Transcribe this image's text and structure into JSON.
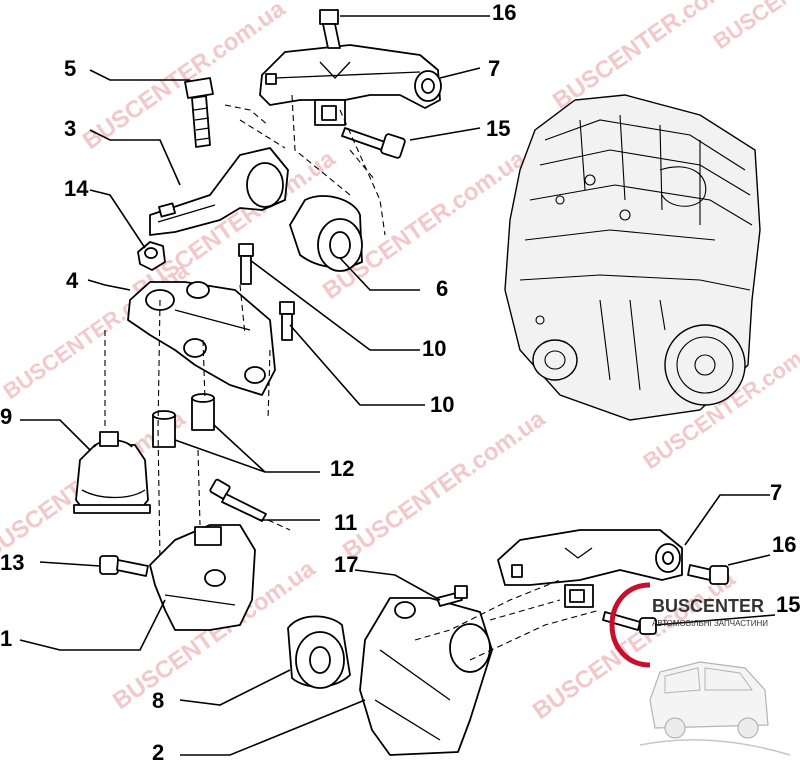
{
  "watermark": {
    "text": "BUSCENTER.com.ua",
    "color": "#f2c8c8"
  },
  "logo": {
    "brand": "BUSCENTER",
    "tagline": "АВТОМОБІЛЬНІ ЗАПЧАСТИНИ",
    "accent": "#c8102e"
  },
  "callouts": {
    "c16a": "16",
    "c5": "5",
    "c7a": "7",
    "c15a": "15",
    "c3": "3",
    "c14": "14",
    "c4": "4",
    "c6": "6",
    "c10a": "10",
    "c10b": "10",
    "c9": "9",
    "c12": "12",
    "c11": "11",
    "c7b": "7",
    "c16b": "16",
    "c13": "13",
    "c17": "17",
    "c15b": "15",
    "c1": "1",
    "c8": "8",
    "c2": "2"
  }
}
